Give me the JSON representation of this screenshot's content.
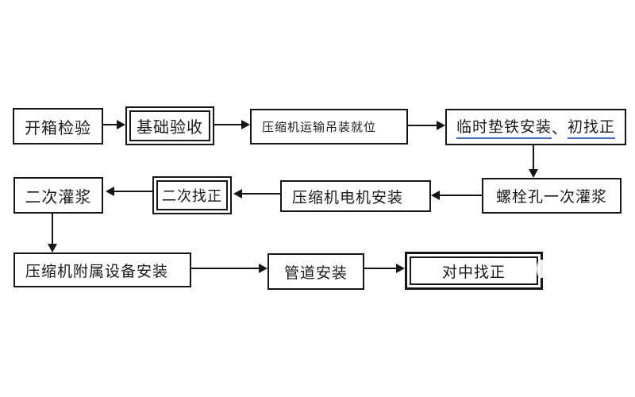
{
  "diagram": {
    "kind": "flowchart",
    "language": "zh-CN",
    "background": "#ffffff",
    "line_color": "#161616",
    "underline_accent_color": "#4472c4"
  },
  "nodes": [
    {
      "id": "unpacking-inspection",
      "label": "开箱检验",
      "border": "single"
    },
    {
      "id": "foundation-acceptance",
      "label": "基础验收",
      "border": "double"
    },
    {
      "id": "compressor-transport-hoisting-in-place",
      "label": "压缩机运输吊装就位",
      "border": "single"
    },
    {
      "id": "temporary-shim-installation-initial-alignment",
      "label": "临时垫铁安装、初找正",
      "parts": {
        "main": "临时垫铁安装",
        "separator": "、",
        "tail": "初找正"
      },
      "border": "single",
      "underlined": true
    },
    {
      "id": "secondary-grouting",
      "label": "二次灌浆",
      "border": "single"
    },
    {
      "id": "secondary-alignment",
      "label": "二次找正",
      "border": "double"
    },
    {
      "id": "compressor-motor-installation",
      "label": "压缩机电机安装",
      "border": "single"
    },
    {
      "id": "bolt-hole-primary-grouting",
      "label": "螺栓孔一次灌浆",
      "border": "single"
    },
    {
      "id": "compressor-auxiliary-equipment-installation",
      "label": "压缩机附属设备安装",
      "border": "single"
    },
    {
      "id": "pipeline-installation",
      "label": "管道安装",
      "border": "single"
    },
    {
      "id": "centering-alignment",
      "label": "对中找正",
      "border": "double"
    }
  ],
  "edges": [
    {
      "from": "开箱检验",
      "to": "基础验收"
    },
    {
      "from": "基础验收",
      "to": "压缩机运输吊装就位"
    },
    {
      "from": "压缩机运输吊装就位",
      "to": "临时垫铁安装、初找正"
    },
    {
      "from": "临时垫铁安装、初找正",
      "to": "螺栓孔一次灌浆"
    },
    {
      "from": "螺栓孔一次灌浆",
      "to": "压缩机电机安装"
    },
    {
      "from": "压缩机电机安装",
      "to": "二次找正"
    },
    {
      "from": "二次找正",
      "to": "二次灌浆"
    },
    {
      "from": "二次灌浆",
      "to": "压缩机附属设备安装"
    },
    {
      "from": "压缩机附属设备安装",
      "to": "管道安装"
    },
    {
      "from": "管道安装",
      "to": "对中找正"
    }
  ]
}
